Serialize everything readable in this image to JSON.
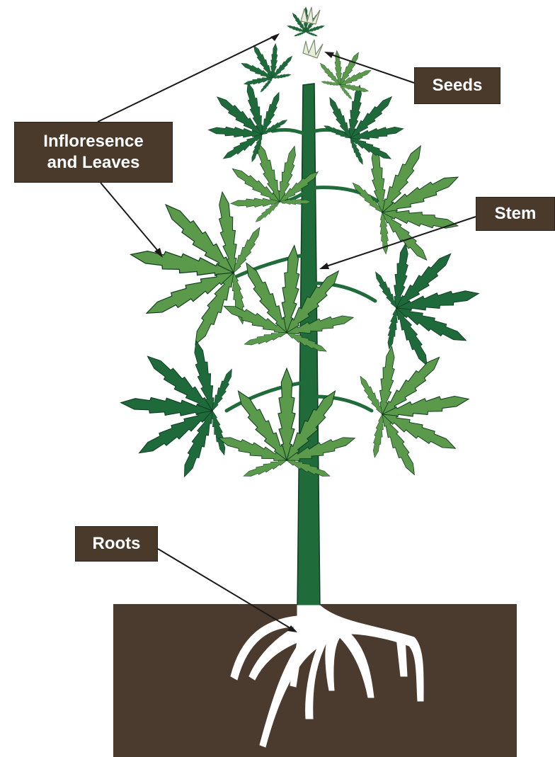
{
  "labels": {
    "seeds": "Seeds",
    "inflorescence_line1": "Infloresence",
    "inflorescence_line2": "and Leaves",
    "stem": "Stem",
    "roots": "Roots"
  },
  "colors": {
    "label_background": "#4a3a2c",
    "soil": "#4a3b2e",
    "stem": "#1f6b3a",
    "leaf_dark": "#1e6a3b",
    "leaf_light": "#5a9a4a",
    "roots": "#ffffff",
    "label_text": "#ffffff"
  }
}
